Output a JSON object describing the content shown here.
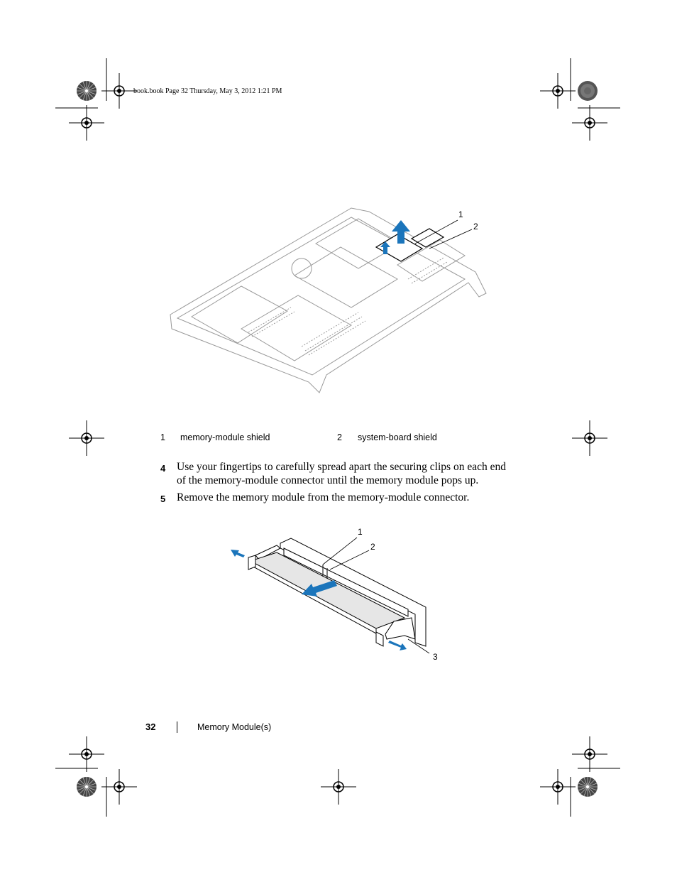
{
  "slug": "book.book  Page 32  Thursday, May 3, 2012  1:21 PM",
  "figure1": {
    "callouts": [
      "1",
      "2"
    ]
  },
  "legend": {
    "items": [
      {
        "number": "1",
        "label": "memory-module shield"
      },
      {
        "number": "2",
        "label": "system-board shield"
      }
    ]
  },
  "steps": [
    {
      "number": "4",
      "text": "Use your fingertips to carefully spread apart the securing clips on each end of the memory-module connector until the memory module pops up."
    },
    {
      "number": "5",
      "text": "Remove the memory module from the memory-module connector."
    }
  ],
  "figure2": {
    "callouts": [
      "1",
      "2",
      "3"
    ]
  },
  "footer": {
    "page_number": "32",
    "section_title": "Memory Module(s)"
  },
  "colors": {
    "arrow_blue": "#1b75bb",
    "line_gray": "#808080"
  }
}
